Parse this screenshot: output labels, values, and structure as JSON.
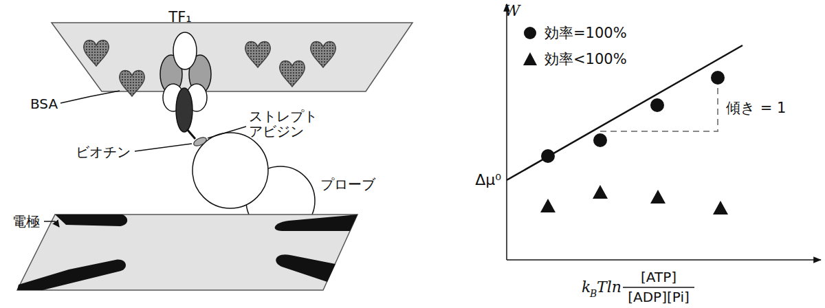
{
  "diagram": {
    "labels": [
      "TF₁",
      "BSA",
      "ストレプト アビジン",
      "ビオチン",
      "プローブ",
      "電極",
      "W",
      "Δμ⁰",
      "傾き = 1",
      "k",
      "B",
      "Tln",
      "[ATP]",
      "[ADP][Pi]"
    ],
    "legend": [
      {
        "text": "効率=100%"
      },
      {
        "text": "効率<100%"
      }
    ]
  }
}
